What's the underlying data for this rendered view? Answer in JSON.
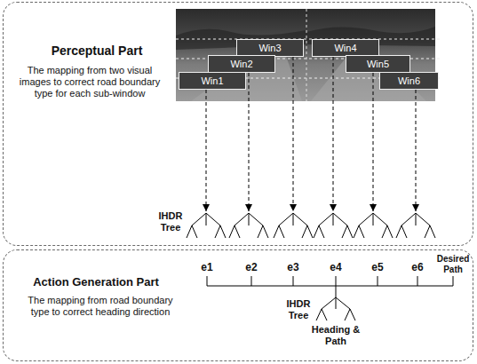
{
  "diagram": {
    "nodes": [
      {
        "text": [
          "Perceptual Part",
          "The mapping from two visual images to correct road boundary type for each sub-window"
        ]
      },
      {
        "text": [
          "Win3"
        ],
        "in": 0
      },
      {
        "text": [
          "Win4"
        ],
        "in": 0
      },
      {
        "text": [
          "Win2"
        ],
        "in": 0
      },
      {
        "text": [
          "Win5"
        ],
        "in": 0
      },
      {
        "text": [
          "Win1"
        ],
        "in": 0
      },
      {
        "text": [
          "Win6"
        ],
        "in": 0
      },
      {
        "text": [
          "Action Generation Part",
          "The mapping from road boundary type to correct heading direction"
        ]
      }
    ],
    "labels": [
      "IHDR Tree",
      "e1",
      "e2",
      "e3",
      "e4",
      "e5",
      "e6",
      "Desired Path",
      "IHDR Tree",
      "Heading & Path"
    ]
  }
}
